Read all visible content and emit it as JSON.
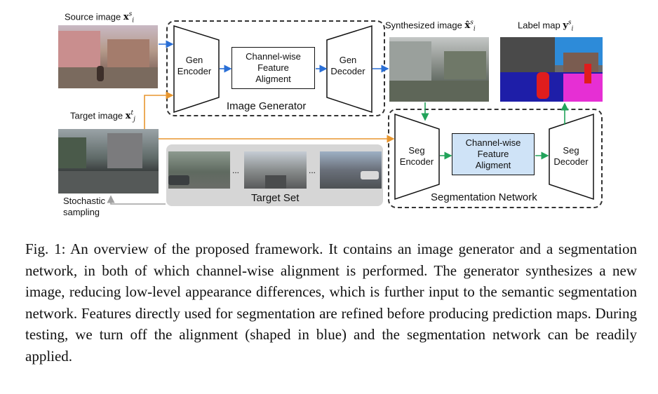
{
  "figure": {
    "source_label": "Source image",
    "source_symbol": {
      "base": "x",
      "sup": "s",
      "sub": "i"
    },
    "target_label": "Target image",
    "target_symbol": {
      "base": "x",
      "sup": "t",
      "sub": "j"
    },
    "synth_label": "Synthesized image",
    "synth_symbol": {
      "base": "x̂",
      "sup": "s",
      "sub": "i"
    },
    "labelmap_label": "Label map",
    "labelmap_symbol": {
      "base": "y",
      "sup": "s",
      "sub": "i"
    },
    "gen_encoder": "Gen\nEncoder",
    "gen_decoder": "Gen\nDecoder",
    "gen_align": "Channel-wise\nFeature\nAligment",
    "image_generator": "Image Generator",
    "seg_encoder": "Seg\nEncoder",
    "seg_decoder": "Seg\nDecoder",
    "seg_align": "Channel-wise\nFeature\nAligment",
    "segmentation_network": "Segmentation Network",
    "target_set": "Target Set",
    "ellipsis": "...",
    "stochastic": "Stochastic\nsampling",
    "colors": {
      "blue_arrow": "#2a6fd6",
      "orange_arrow": "#e8962e",
      "green_arrow": "#22a35a",
      "gray_arrow": "#a0a0a0",
      "align_fill": "#cfe3f7",
      "target_set_bg": "#d6d6d6"
    }
  },
  "caption": {
    "fig_label": "Fig. 1:",
    "text": "An overview of the proposed framework. It contains an image generator and a segmentation network, in both of which channel-wise alignment is performed. The generator synthesizes a new image, reducing low-level appearance differences, which is further input to the semantic segmentation network. Features directly used for segmentation are refined before producing prediction maps. During testing, we turn off the alignment (shaped in blue) and the segmentation network can be readily applied."
  }
}
